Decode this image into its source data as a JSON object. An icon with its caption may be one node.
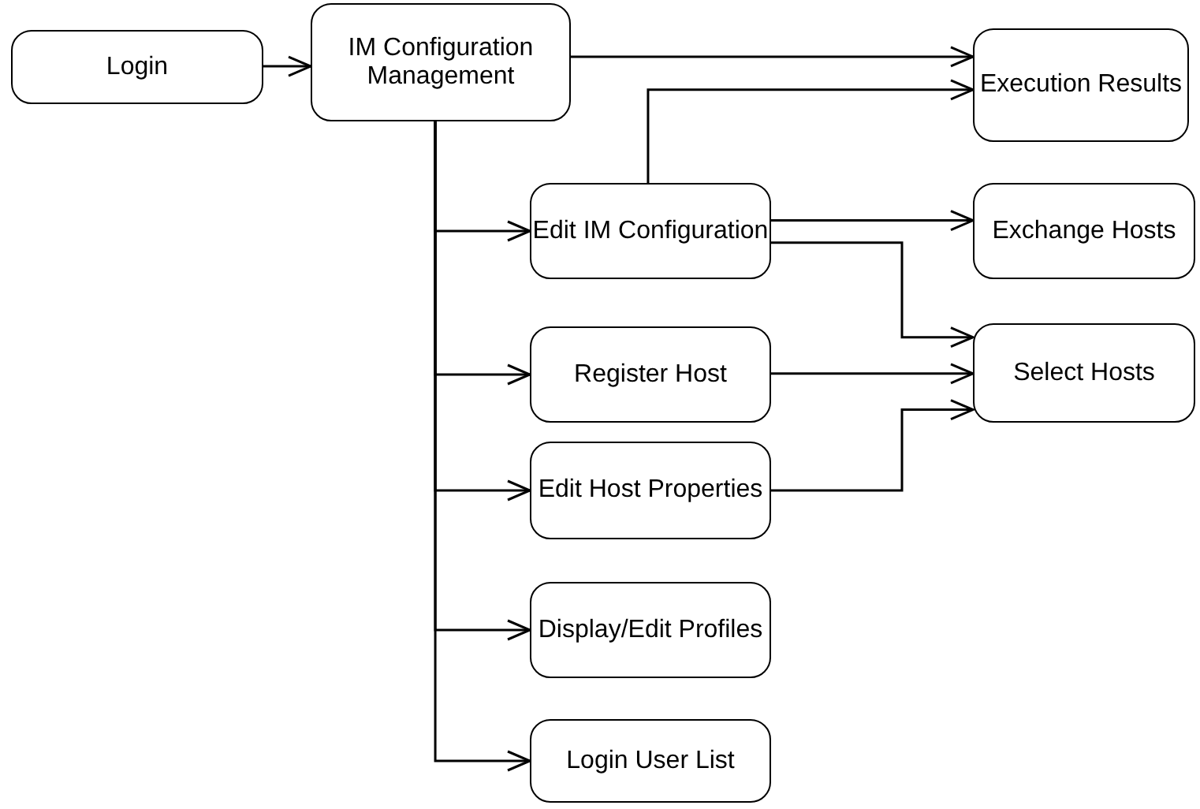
{
  "diagram": {
    "nodes": [
      {
        "text": [
          "Login"
        ]
      },
      {
        "text": [
          "IM Configuration Management"
        ]
      },
      {
        "text": [
          "Execution Results"
        ]
      },
      {
        "text": [
          "Edit IM Configuration"
        ]
      },
      {
        "text": [
          "Exchange Hosts"
        ]
      },
      {
        "text": [
          "Register Host"
        ]
      },
      {
        "text": [
          "Select Hosts"
        ]
      },
      {
        "text": [
          "Edit Host Properties"
        ]
      },
      {
        "text": [
          "Display/Edit Profiles"
        ]
      },
      {
        "text": [
          "Login User List"
        ]
      }
    ],
    "edges": [
      {
        "from": 0,
        "to": 1,
        "arrow": "to"
      },
      {
        "from": 1,
        "to": 2,
        "arrow": "to"
      },
      {
        "from": 3,
        "to": 2,
        "arrow": "to"
      },
      {
        "from": 1,
        "to": 3,
        "arrow": "to"
      },
      {
        "from": 1,
        "to": 5,
        "arrow": "to"
      },
      {
        "from": 1,
        "to": 7,
        "arrow": "to"
      },
      {
        "from": 1,
        "to": 8,
        "arrow": "to"
      },
      {
        "from": 1,
        "to": 9,
        "arrow": "to"
      },
      {
        "from": 3,
        "to": 4,
        "arrow": "to"
      },
      {
        "from": 3,
        "to": 6,
        "arrow": "to"
      },
      {
        "from": 5,
        "to": 6,
        "arrow": "to"
      },
      {
        "from": 7,
        "to": 6,
        "arrow": "to"
      }
    ]
  }
}
